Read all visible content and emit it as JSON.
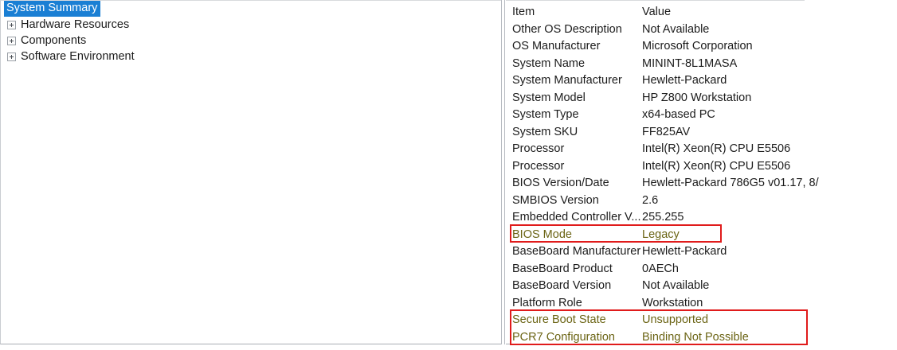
{
  "tree": {
    "root": {
      "label": "System Summary",
      "selected": true
    },
    "children": [
      {
        "label": "Hardware Resources"
      },
      {
        "label": "Components"
      },
      {
        "label": "Software Environment"
      }
    ]
  },
  "detail": {
    "header": {
      "item": "Item",
      "value": "Value"
    },
    "rows": [
      {
        "item": "Other OS Description",
        "value": "Not Available",
        "flagged": false
      },
      {
        "item": "OS Manufacturer",
        "value": "Microsoft Corporation",
        "flagged": false
      },
      {
        "item": "System Name",
        "value": "MININT-8L1MASA",
        "flagged": false
      },
      {
        "item": "System Manufacturer",
        "value": "Hewlett-Packard",
        "flagged": false
      },
      {
        "item": "System Model",
        "value": "HP Z800 Workstation",
        "flagged": false
      },
      {
        "item": "System Type",
        "value": "x64-based PC",
        "flagged": false
      },
      {
        "item": "System SKU",
        "value": "FF825AV",
        "flagged": false
      },
      {
        "item": "Processor",
        "value": "Intel(R) Xeon(R) CPU          E5506",
        "flagged": false
      },
      {
        "item": "Processor",
        "value": "Intel(R) Xeon(R) CPU          E5506",
        "flagged": false
      },
      {
        "item": "BIOS Version/Date",
        "value": "Hewlett-Packard 786G5 v01.17, 8/",
        "flagged": false
      },
      {
        "item": "SMBIOS Version",
        "value": "2.6",
        "flagged": false
      },
      {
        "item": "Embedded Controller V...",
        "value": "255.255",
        "flagged": false
      },
      {
        "item": "BIOS Mode",
        "value": "Legacy",
        "flagged": true
      },
      {
        "item": "BaseBoard Manufacturer",
        "value": "Hewlett-Packard",
        "flagged": false
      },
      {
        "item": "BaseBoard Product",
        "value": "0AECh",
        "flagged": false
      },
      {
        "item": "BaseBoard Version",
        "value": "Not Available",
        "flagged": false
      },
      {
        "item": "Platform Role",
        "value": "Workstation",
        "flagged": false
      },
      {
        "item": "Secure Boot State",
        "value": "Unsupported",
        "flagged": true
      },
      {
        "item": "PCR7 Configuration",
        "value": "Binding Not Possible",
        "flagged": true
      }
    ]
  },
  "annotations": [
    {
      "name": "bios-mode-highlight",
      "color": "#e01b1b"
    },
    {
      "name": "secure-boot-highlight",
      "color": "#e01b1b"
    }
  ],
  "colors": {
    "selection_blue": "#1a7fd4",
    "annotation_red": "#e01b1b",
    "flagged_text": "#6b6414",
    "text": "#1b1b1b"
  }
}
